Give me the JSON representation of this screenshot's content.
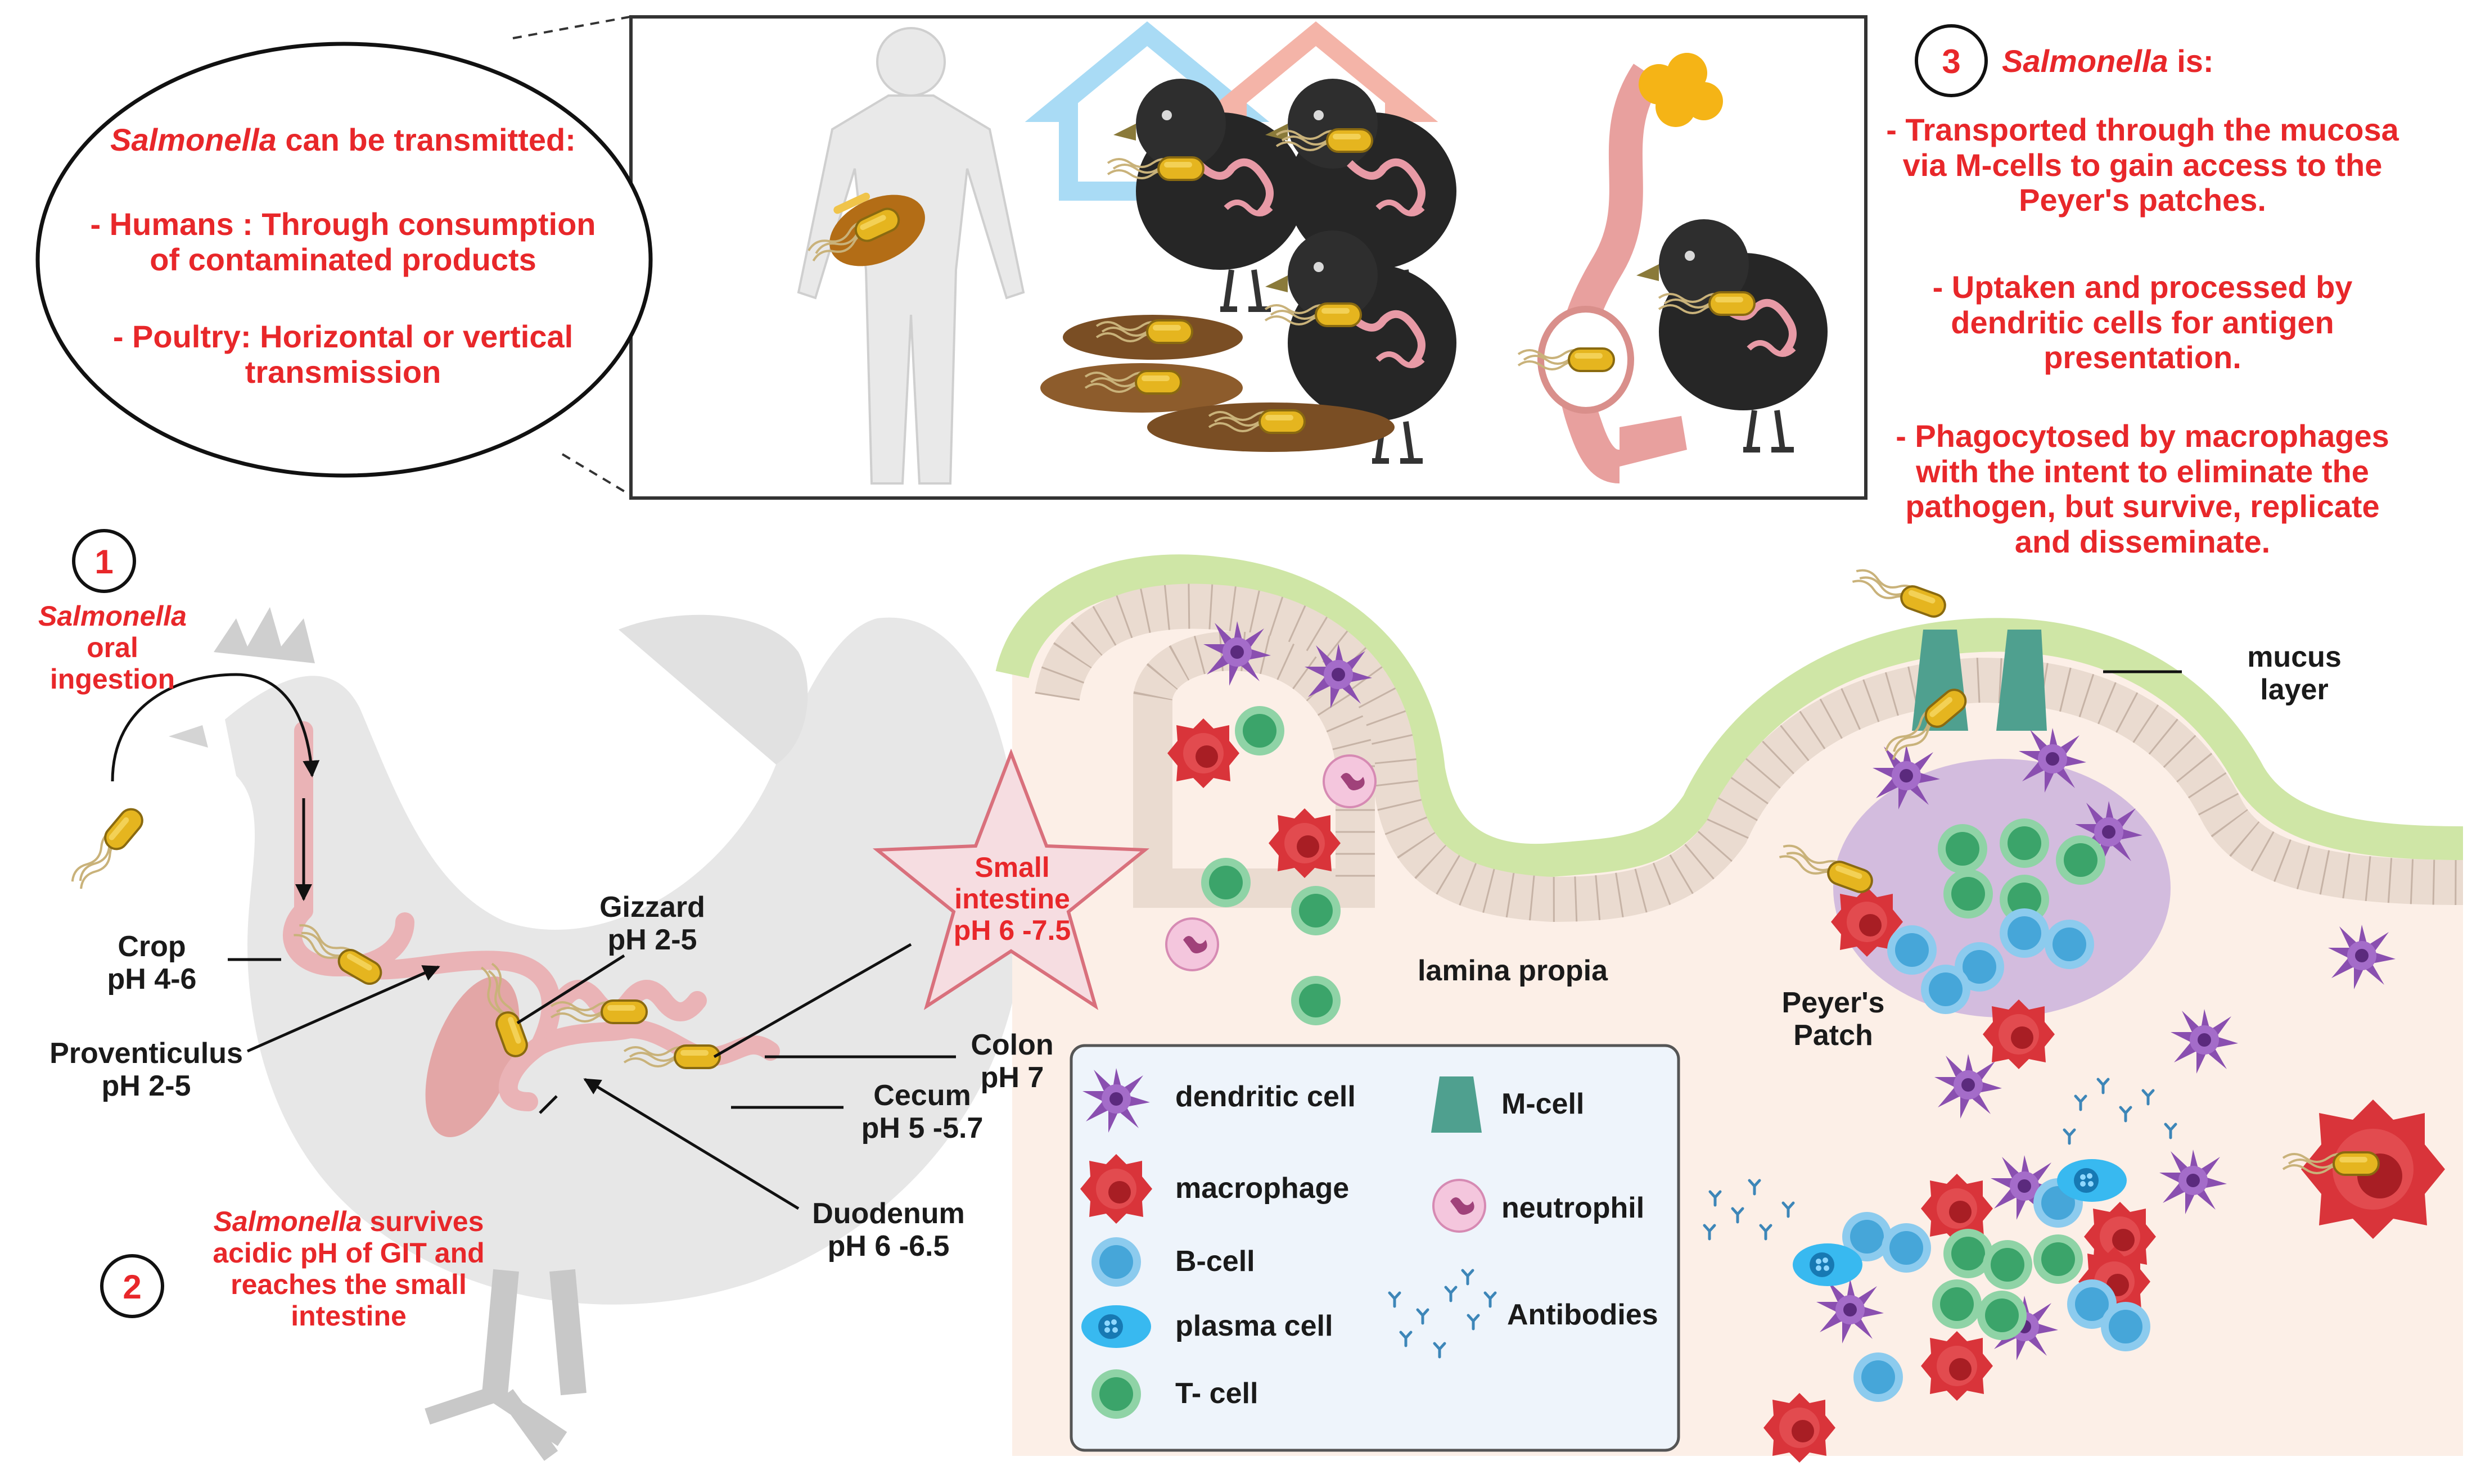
{
  "callout_ellipse": {
    "italic_term": "Salmonella",
    "title_rest": " can be transmitted:",
    "humans_line1": "- Humans : Through consumption",
    "humans_line2": "of contaminated products",
    "poultry_line1": "- Poultry:  Horizontal or vertical",
    "poultry_line2": "transmission"
  },
  "step_numbers": {
    "one": "1",
    "two": "2",
    "three": "3"
  },
  "step1": {
    "italic_term": "Salmonella",
    "line2": "oral",
    "line3": "ingestion"
  },
  "step2": {
    "italic_term": "Salmonella",
    "line1_rest": " survives",
    "line2": "acidic pH of GIT and",
    "line3": "reaches the small",
    "line4": "intestine"
  },
  "step3": {
    "italic_term": "Salmonella",
    "title_rest": " is:",
    "p1": [
      "- Transported through the mucosa",
      "via M-cells to gain access to the",
      "Peyer's patches."
    ],
    "p2": [
      "- Uptaken and processed by",
      "dendritic cells for antigen",
      "presentation."
    ],
    "p3": [
      "- Phagocytosed by macrophages",
      "with the  intent to eliminate the",
      "pathogen, but survive, replicate",
      "and disseminate."
    ]
  },
  "gut_labels": {
    "crop": [
      "Crop",
      "pH 4-6"
    ],
    "gizzard": [
      "Gizzard",
      "pH 2-5"
    ],
    "proventiculus": [
      "Proventiculus",
      "pH 2-5"
    ],
    "colon": [
      "Colon",
      "pH 7"
    ],
    "cecum": [
      "Cecum",
      "pH 5 -5.7"
    ],
    "duodenum": [
      "Duodenum",
      "pH 6 -6.5"
    ]
  },
  "small_intestine_star": [
    "Small",
    "intestine",
    "pH 6 -7.5"
  ],
  "tissue_labels": {
    "lamina_propia": "lamina propia",
    "peyers_patch": [
      "Peyer's",
      "Patch"
    ],
    "mucus_layer": [
      "mucus",
      "layer"
    ]
  },
  "legend": {
    "dendritic": "dendritic cell",
    "macrophage": "macrophage",
    "bcell": "B-cell",
    "plasma": "plasma cell",
    "tcell": "T- cell",
    "mcell": "M-cell",
    "neutrophil": "neutrophil",
    "antibodies": "Antibodies"
  },
  "colors": {
    "label_red": "#e8272a",
    "mucus_green": "#cfe6a6",
    "epithelium": "#eadbd0",
    "lamina_bg": "#fcefe7",
    "legend_bg": "#eef4fb",
    "dendritic_purple": "#8a4fb0",
    "macrophage_red": "#d9343a",
    "bcell_blue": "#46a6d9",
    "tcell_green": "#3ba46a",
    "mcell_teal": "#4fa08f",
    "neutrophil_pink": "#e8a3c7",
    "bacteria_yellow": "#e5b51f",
    "chick_black": "#262626",
    "house_blue": "#a9dbf5",
    "house_pink": "#f4b4a8"
  }
}
